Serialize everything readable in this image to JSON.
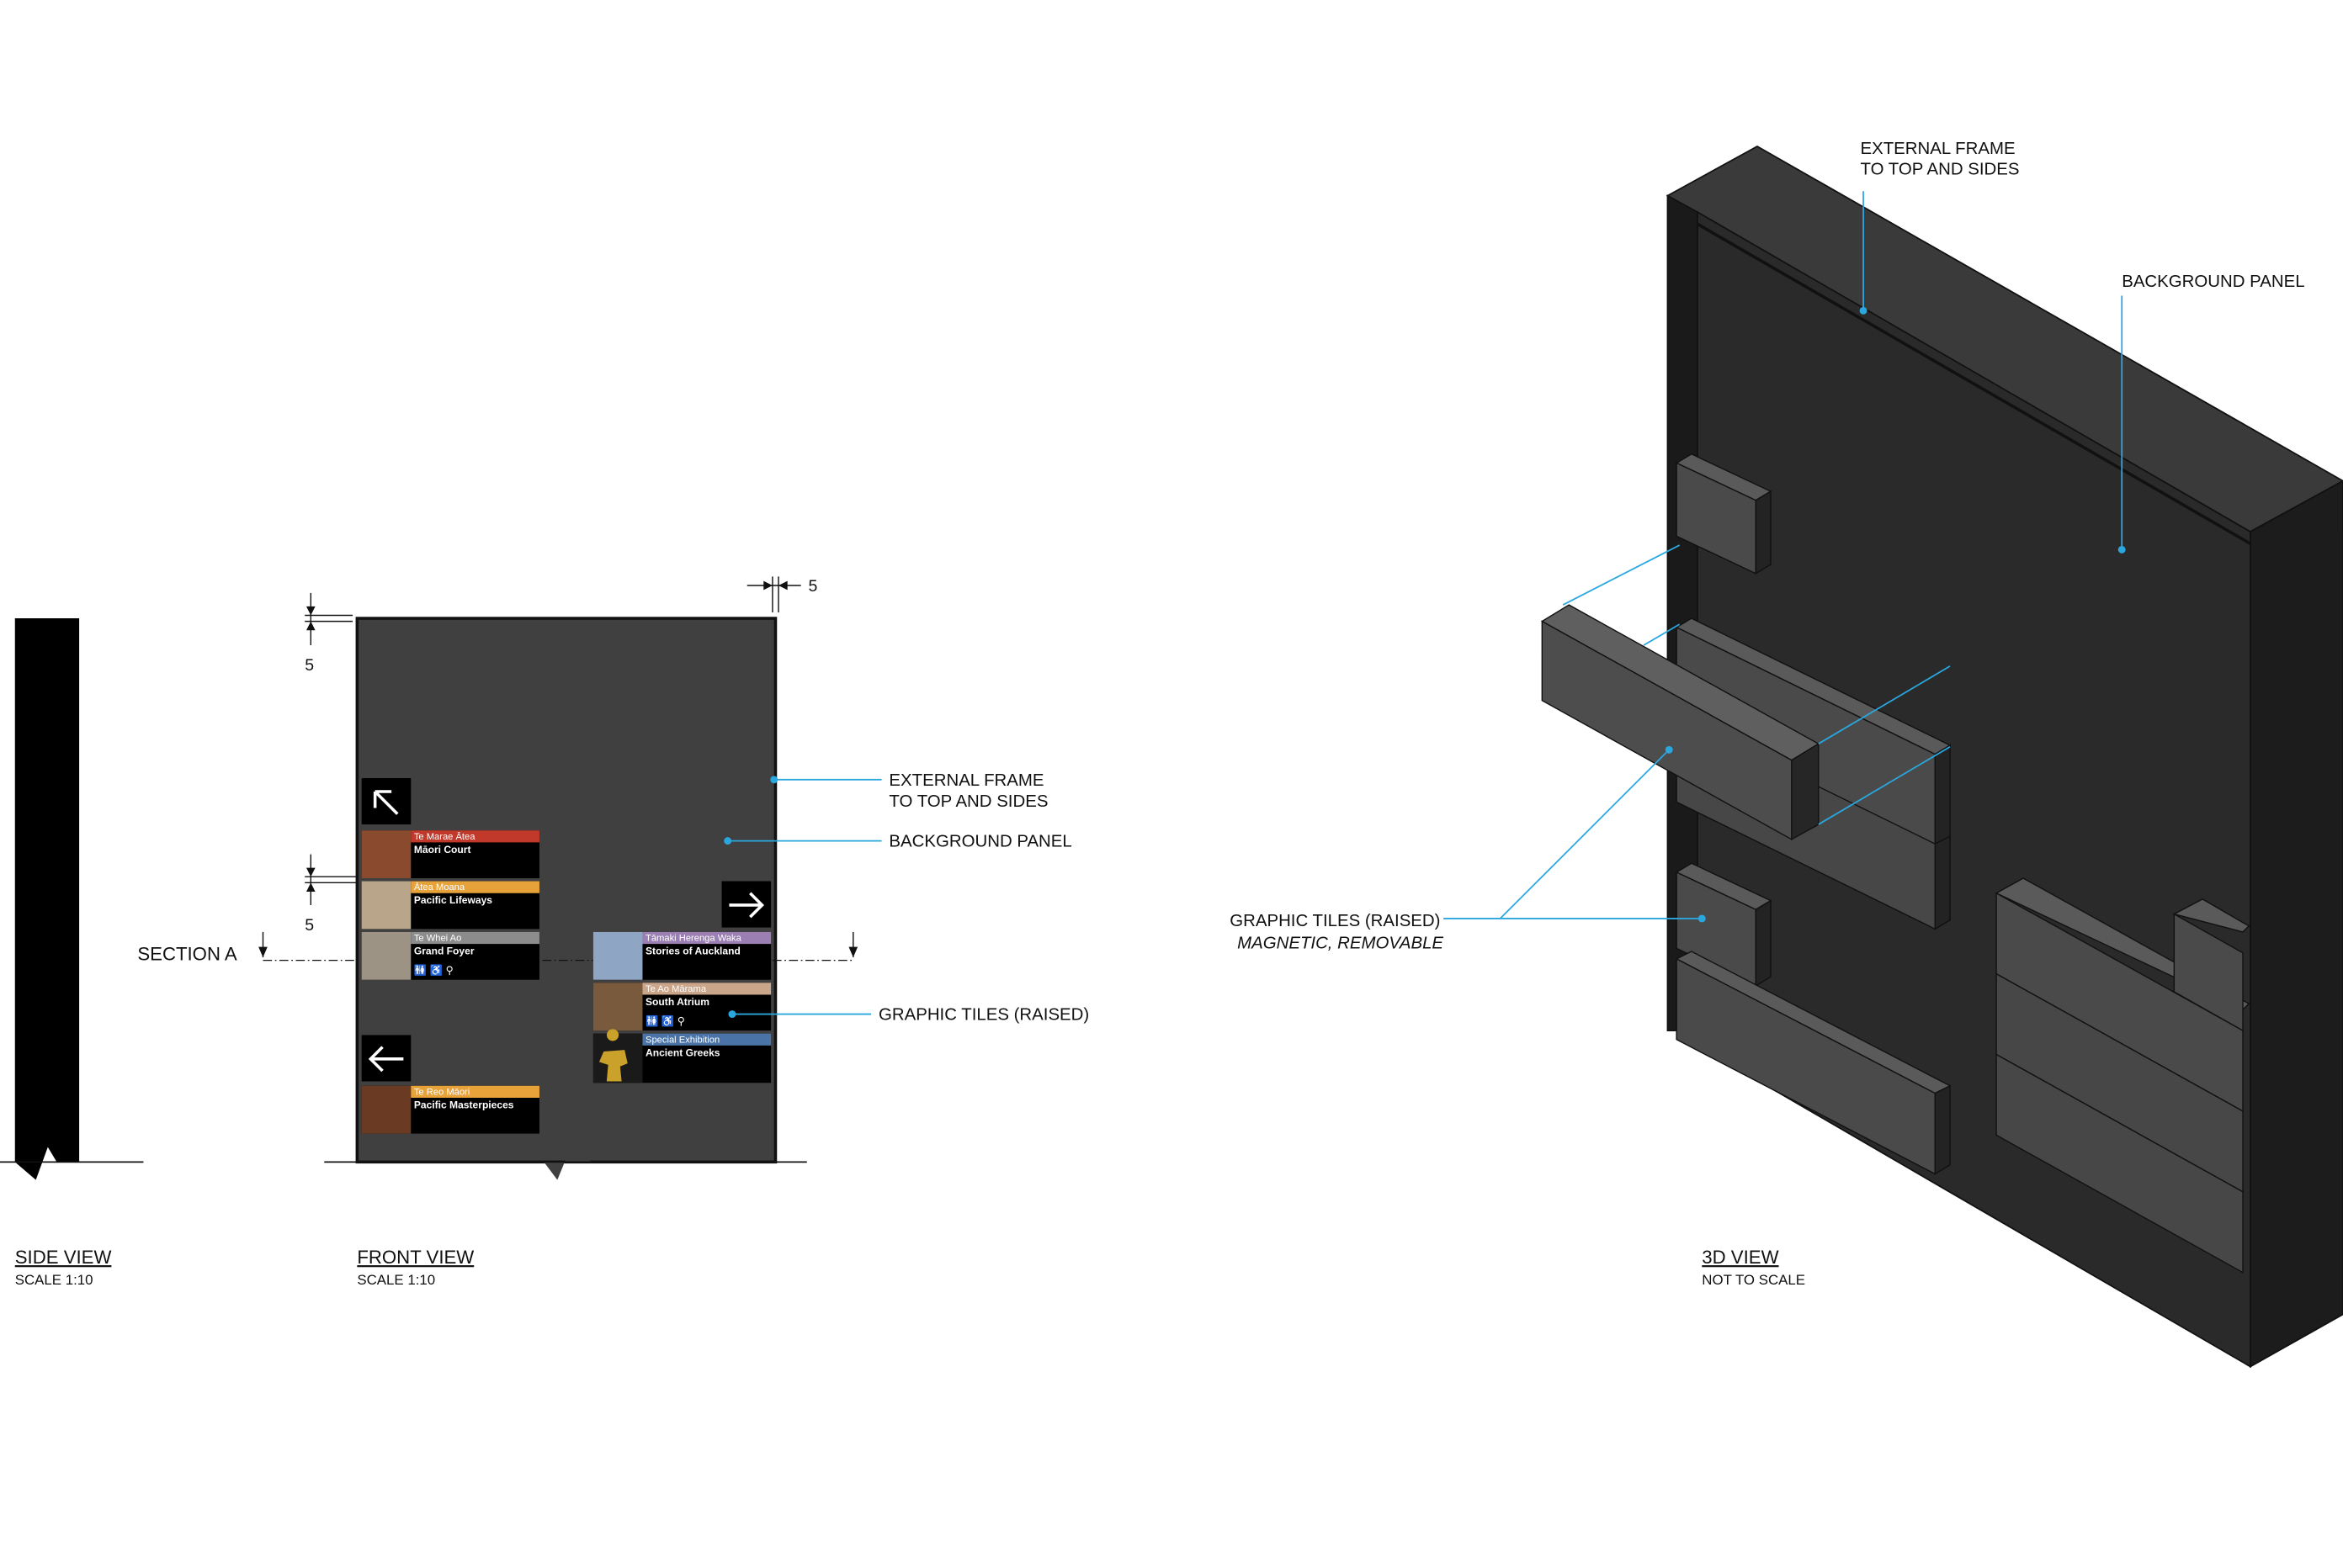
{
  "views": {
    "side": {
      "title": "SIDE VIEW",
      "scale": "SCALE 1:10"
    },
    "front": {
      "title": "FRONT VIEW",
      "scale": "SCALE 1:10"
    },
    "three_d": {
      "title": "3D VIEW",
      "scale": "NOT TO SCALE"
    }
  },
  "dimensions": {
    "top_frame": "5",
    "side_frame": "5",
    "tile_gap": "5"
  },
  "section_label": "SECTION A",
  "front_callouts": {
    "frame_line1": "EXTERNAL FRAME",
    "frame_line2": "TO TOP AND SIDES",
    "background": "BACKGROUND PANEL",
    "tiles": "GRAPHIC TILES (RAISED)"
  },
  "three_d_callouts": {
    "frame_line1": "EXTERNAL FRAME",
    "frame_line2": "TO TOP AND SIDES",
    "background": "BACKGROUND PANEL",
    "tiles_line1": "GRAPHIC TILES (RAISED)",
    "tiles_line2": "MAGNETIC, REMOVABLE"
  },
  "tiles": [
    {
      "sub": "Te Marae Ātea",
      "main": "Māori Court",
      "band_color": "#c0392b",
      "photo_color": "#8a4a2e"
    },
    {
      "sub": "Ātea Moana",
      "main": "Pacific Lifeways",
      "band_color": "#e8a23a",
      "photo_color": "#b9a58a"
    },
    {
      "sub": "Te Whei Ao",
      "main": "Grand Foyer",
      "band_color": "#8c8c8c",
      "photo_color": "#9d9384",
      "icons": "🚻 ♿ ⚲"
    },
    {
      "sub": "Tāmaki Herenga Waka",
      "main": "Stories of Auckland",
      "band_color": "#9b7fb3",
      "photo_color": "#8fa5c4"
    },
    {
      "sub": "Te Ao Mārama",
      "main": "South Atrium",
      "band_color": "#c9a58a",
      "photo_color": "#7a5a3c",
      "icons": "🚻 ♿ ⚲"
    },
    {
      "sub": "Special Exhibition",
      "main": "Ancient Greeks",
      "band_color": "#4a74a8",
      "photo_color": "#caa12a"
    },
    {
      "sub": "Te Reo Māori",
      "main": "Pacific Masterpieces",
      "band_color": "#e8a23a",
      "photo_color": "#6b3a22"
    }
  ],
  "arrows": [
    "up-left-arrow",
    "right-arrow",
    "left-arrow"
  ],
  "colors": {
    "panel": "#404040",
    "frame": "#111111",
    "leader": "#2aa7df"
  }
}
